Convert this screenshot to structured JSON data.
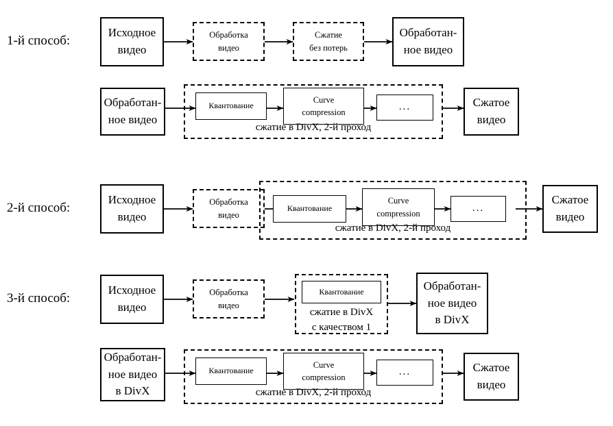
{
  "diagram": {
    "title_present": false,
    "language": "ru",
    "methods": [
      {
        "id": "method-1",
        "label": "1-й способ:",
        "rows": [
          {
            "id": "m1-row-a",
            "nodes": [
              {
                "name": "source-video",
                "text": "Исходное\nвидео",
                "style": "solid-thick"
              },
              {
                "name": "video-processing",
                "text": "Обработка\nвидео",
                "style": "dashed"
              },
              {
                "name": "lossless-compression",
                "text": "Сжатие\nбез потерь",
                "style": "dashed"
              },
              {
                "name": "processed-video",
                "text": "Обработан-\nное видео",
                "style": "solid-thick"
              }
            ]
          },
          {
            "id": "m1-row-b",
            "nodes": [
              {
                "name": "processed-video",
                "text": "Обработан-\nное видео",
                "style": "solid-thick"
              },
              {
                "name": "quantization",
                "text": "Квантование",
                "style": "solid-thin"
              },
              {
                "name": "curve-compression",
                "text": "Curve\ncompression",
                "style": "solid-thin"
              },
              {
                "name": "more-steps",
                "text": "...",
                "style": "solid-thin"
              },
              {
                "name": "compressed-video",
                "text": "Сжатое\nвидео",
                "style": "solid-thick"
              }
            ],
            "group_caption": "сжатие в DivX, 2-й проход"
          }
        ]
      },
      {
        "id": "method-2",
        "label": "2-й способ:",
        "rows": [
          {
            "id": "m2-row-a",
            "nodes": [
              {
                "name": "source-video",
                "text": "Исходное\nвидео",
                "style": "solid-thick"
              },
              {
                "name": "video-processing",
                "text": "Обработка\nвидео",
                "style": "dashed"
              },
              {
                "name": "quantization",
                "text": "Квантование",
                "style": "solid-thin"
              },
              {
                "name": "curve-compression",
                "text": "Curve\ncompression",
                "style": "solid-thin"
              },
              {
                "name": "more-steps",
                "text": "...",
                "style": "solid-thin"
              },
              {
                "name": "compressed-video",
                "text": "Сжатое\nвидео",
                "style": "solid-thick"
              }
            ],
            "group_caption": "сжатие в DivX, 2-й проход"
          }
        ]
      },
      {
        "id": "method-3",
        "label": "3-й способ:",
        "rows": [
          {
            "id": "m3-row-a",
            "nodes": [
              {
                "name": "source-video",
                "text": "Исходное\nвидео",
                "style": "solid-thick"
              },
              {
                "name": "video-processing",
                "text": "Обработка\nвидео",
                "style": "dashed"
              },
              {
                "name": "quantization",
                "text": "Квантование",
                "style": "solid-thin"
              },
              {
                "name": "processed-video-divx",
                "text": "Обработан-\nное видео\nв DivX",
                "style": "solid-thick"
              }
            ],
            "group_caption": "сжатие в DivX\nс качеством 1"
          },
          {
            "id": "m3-row-b",
            "nodes": [
              {
                "name": "processed-video-divx",
                "text": "Обработан-\nное видео\nв DivX",
                "style": "solid-thick"
              },
              {
                "name": "quantization",
                "text": "Квантование",
                "style": "solid-thin"
              },
              {
                "name": "curve-compression",
                "text": "Curve\ncompression",
                "style": "solid-thin"
              },
              {
                "name": "more-steps",
                "text": "...",
                "style": "solid-thin"
              },
              {
                "name": "compressed-video",
                "text": "Сжатое\nвидео",
                "style": "solid-thick"
              }
            ],
            "group_caption": "сжатие в DivX, 2-й проход"
          }
        ]
      }
    ],
    "labels": {
      "method_1": "1-й способ:",
      "method_2": "2-й способ:",
      "method_3": "3-й способ:",
      "source_video": "Исходное\nвидео",
      "video_processing": "Обработка\nвидео",
      "lossless_compression": "Сжатие\nбез потерь",
      "processed_video": "Обработан-\nное видео",
      "processed_video_divx": "Обработан-\nное видео\nв DivX",
      "quantization": "Квантование",
      "curve_compression": "Curve\ncompression",
      "more_steps": "...",
      "compressed_video": "Сжатое\nвидео",
      "divx_second_pass": "сжатие в DivX, 2-й проход",
      "divx_quality_one_line1": "сжатие в DivX",
      "divx_quality_one_line2": "с качеством 1"
    },
    "colors": {
      "stroke": "#000000",
      "background": "#ffffff"
    }
  }
}
